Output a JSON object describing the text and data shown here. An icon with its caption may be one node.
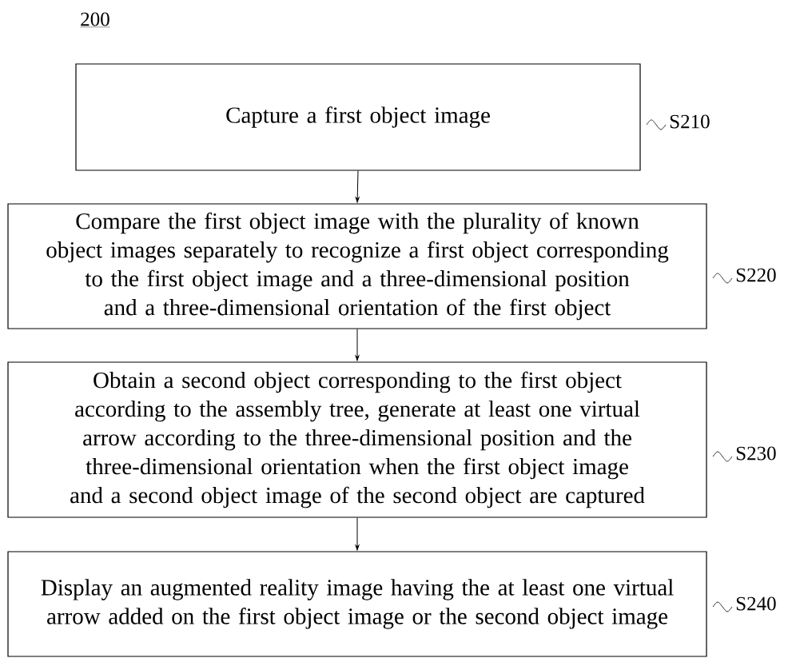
{
  "diagram": {
    "nodes": [
      {
        "text": [
          "Capture a first object image"
        ],
        "beside": [
          "S210"
        ]
      },
      {
        "text": [
          "Compare the first object image with the plurality of known object images separately to recognize a first object corresponding to the first object image and a three-dimensional position and a three-dimensional orientation of the first object"
        ],
        "beside": [
          "S220"
        ]
      },
      {
        "text": [
          "Obtain a second object corresponding to the first object according to the assembly tree, generate at least one virtual arrow according to the three-dimensional position and the three-dimensional orientation when the first object image and a second object image of the second object are captured"
        ],
        "beside": [
          "S230"
        ]
      },
      {
        "text": [
          "Display an augmented reality image having the at least one virtual arrow added on the first object image or the second object image"
        ],
        "beside": [
          "S240"
        ]
      }
    ],
    "edges": [
      {
        "from": 0,
        "to": 1,
        "arrow": "to"
      },
      {
        "from": 1,
        "to": 2,
        "arrow": "to"
      },
      {
        "from": 2,
        "to": 3,
        "arrow": "to"
      }
    ],
    "labels": [
      "200"
    ]
  }
}
